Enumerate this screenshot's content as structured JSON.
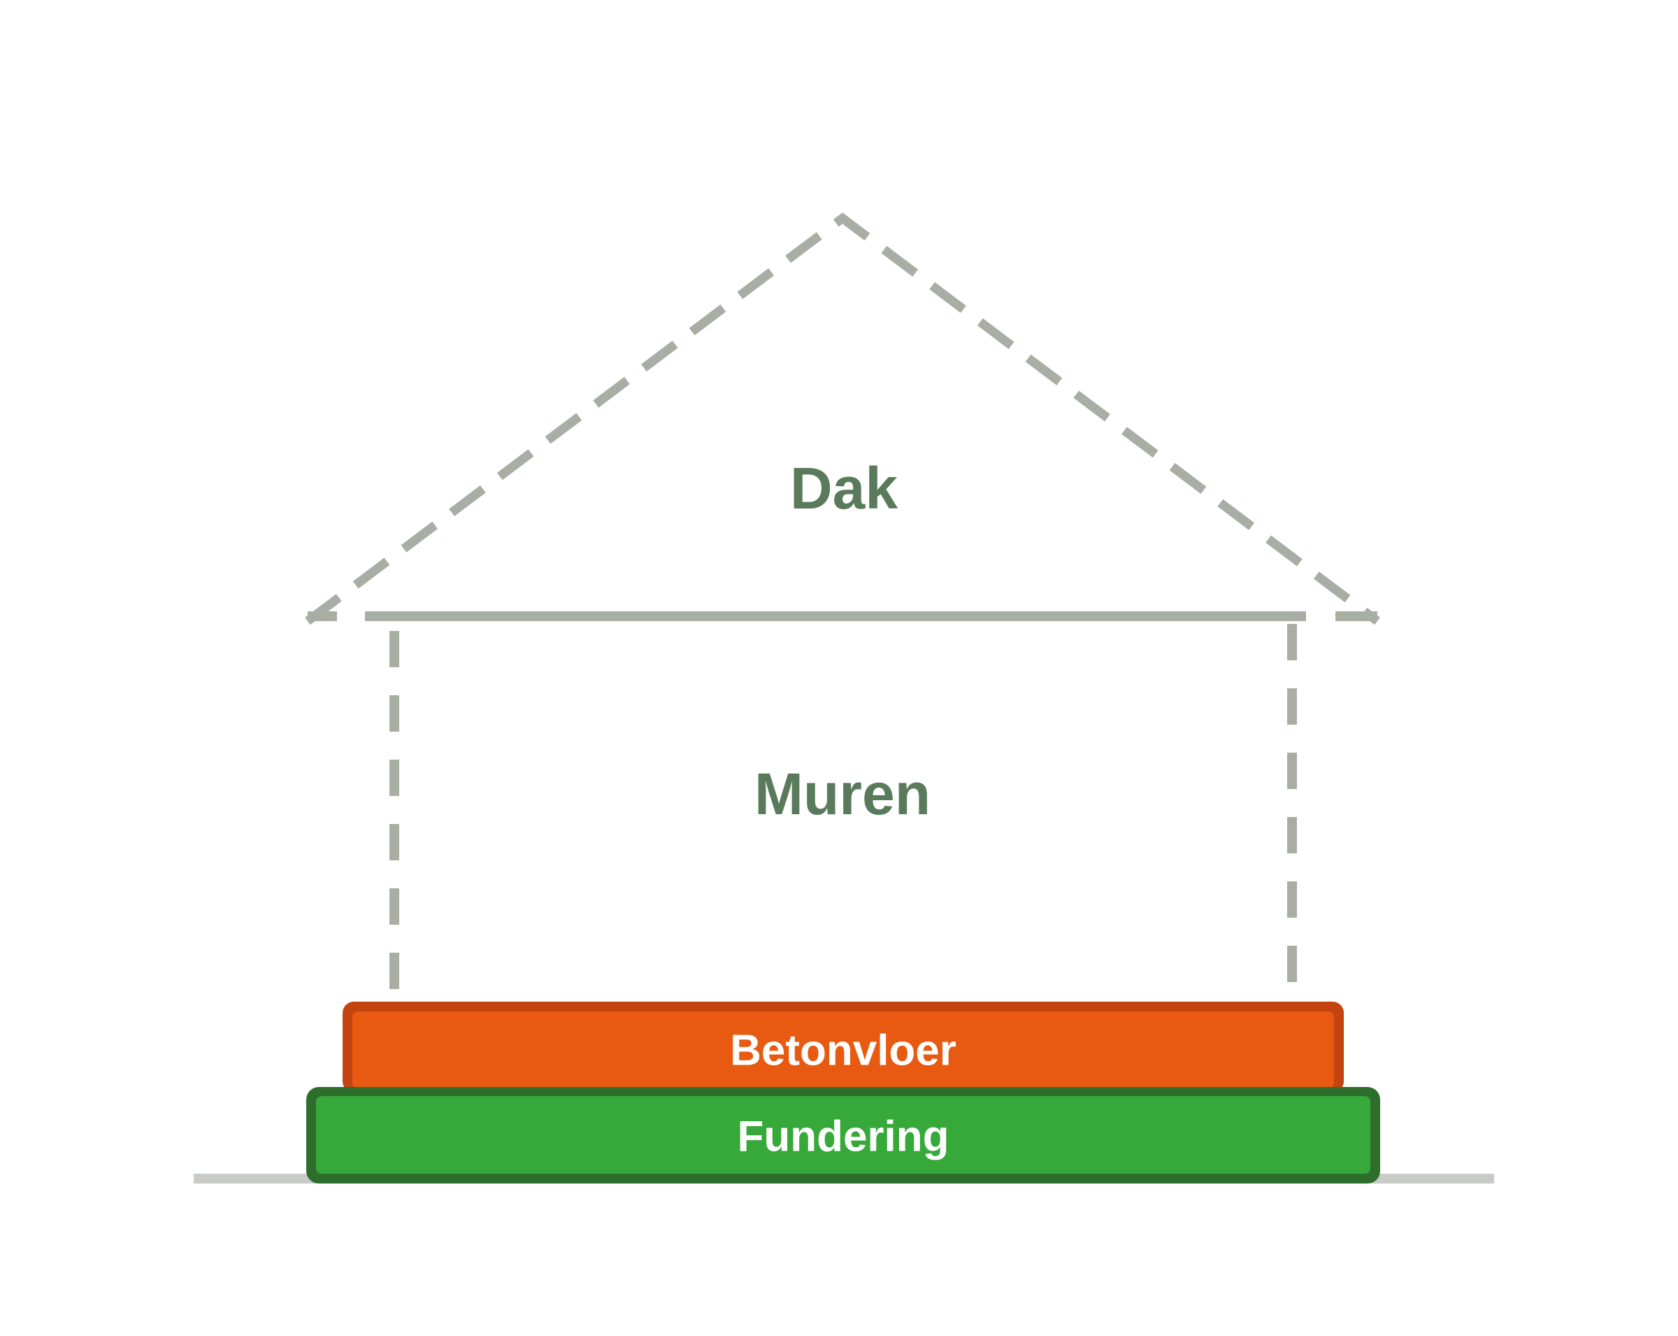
{
  "diagram": {
    "labels": {
      "roof": "Dak",
      "walls": "Muren",
      "floor": "Betonvloer",
      "foundation": "Fundering"
    },
    "colors": {
      "dashed_outline": "#a9aea5",
      "ground_line": "#c8cbc6",
      "outline_label": "#5a7a5c",
      "floor_fill": "#e85a12",
      "floor_border": "#c44410",
      "foundation_fill": "#37a93a",
      "foundation_border": "#2e6e2c",
      "block_label": "#ffffff"
    }
  }
}
